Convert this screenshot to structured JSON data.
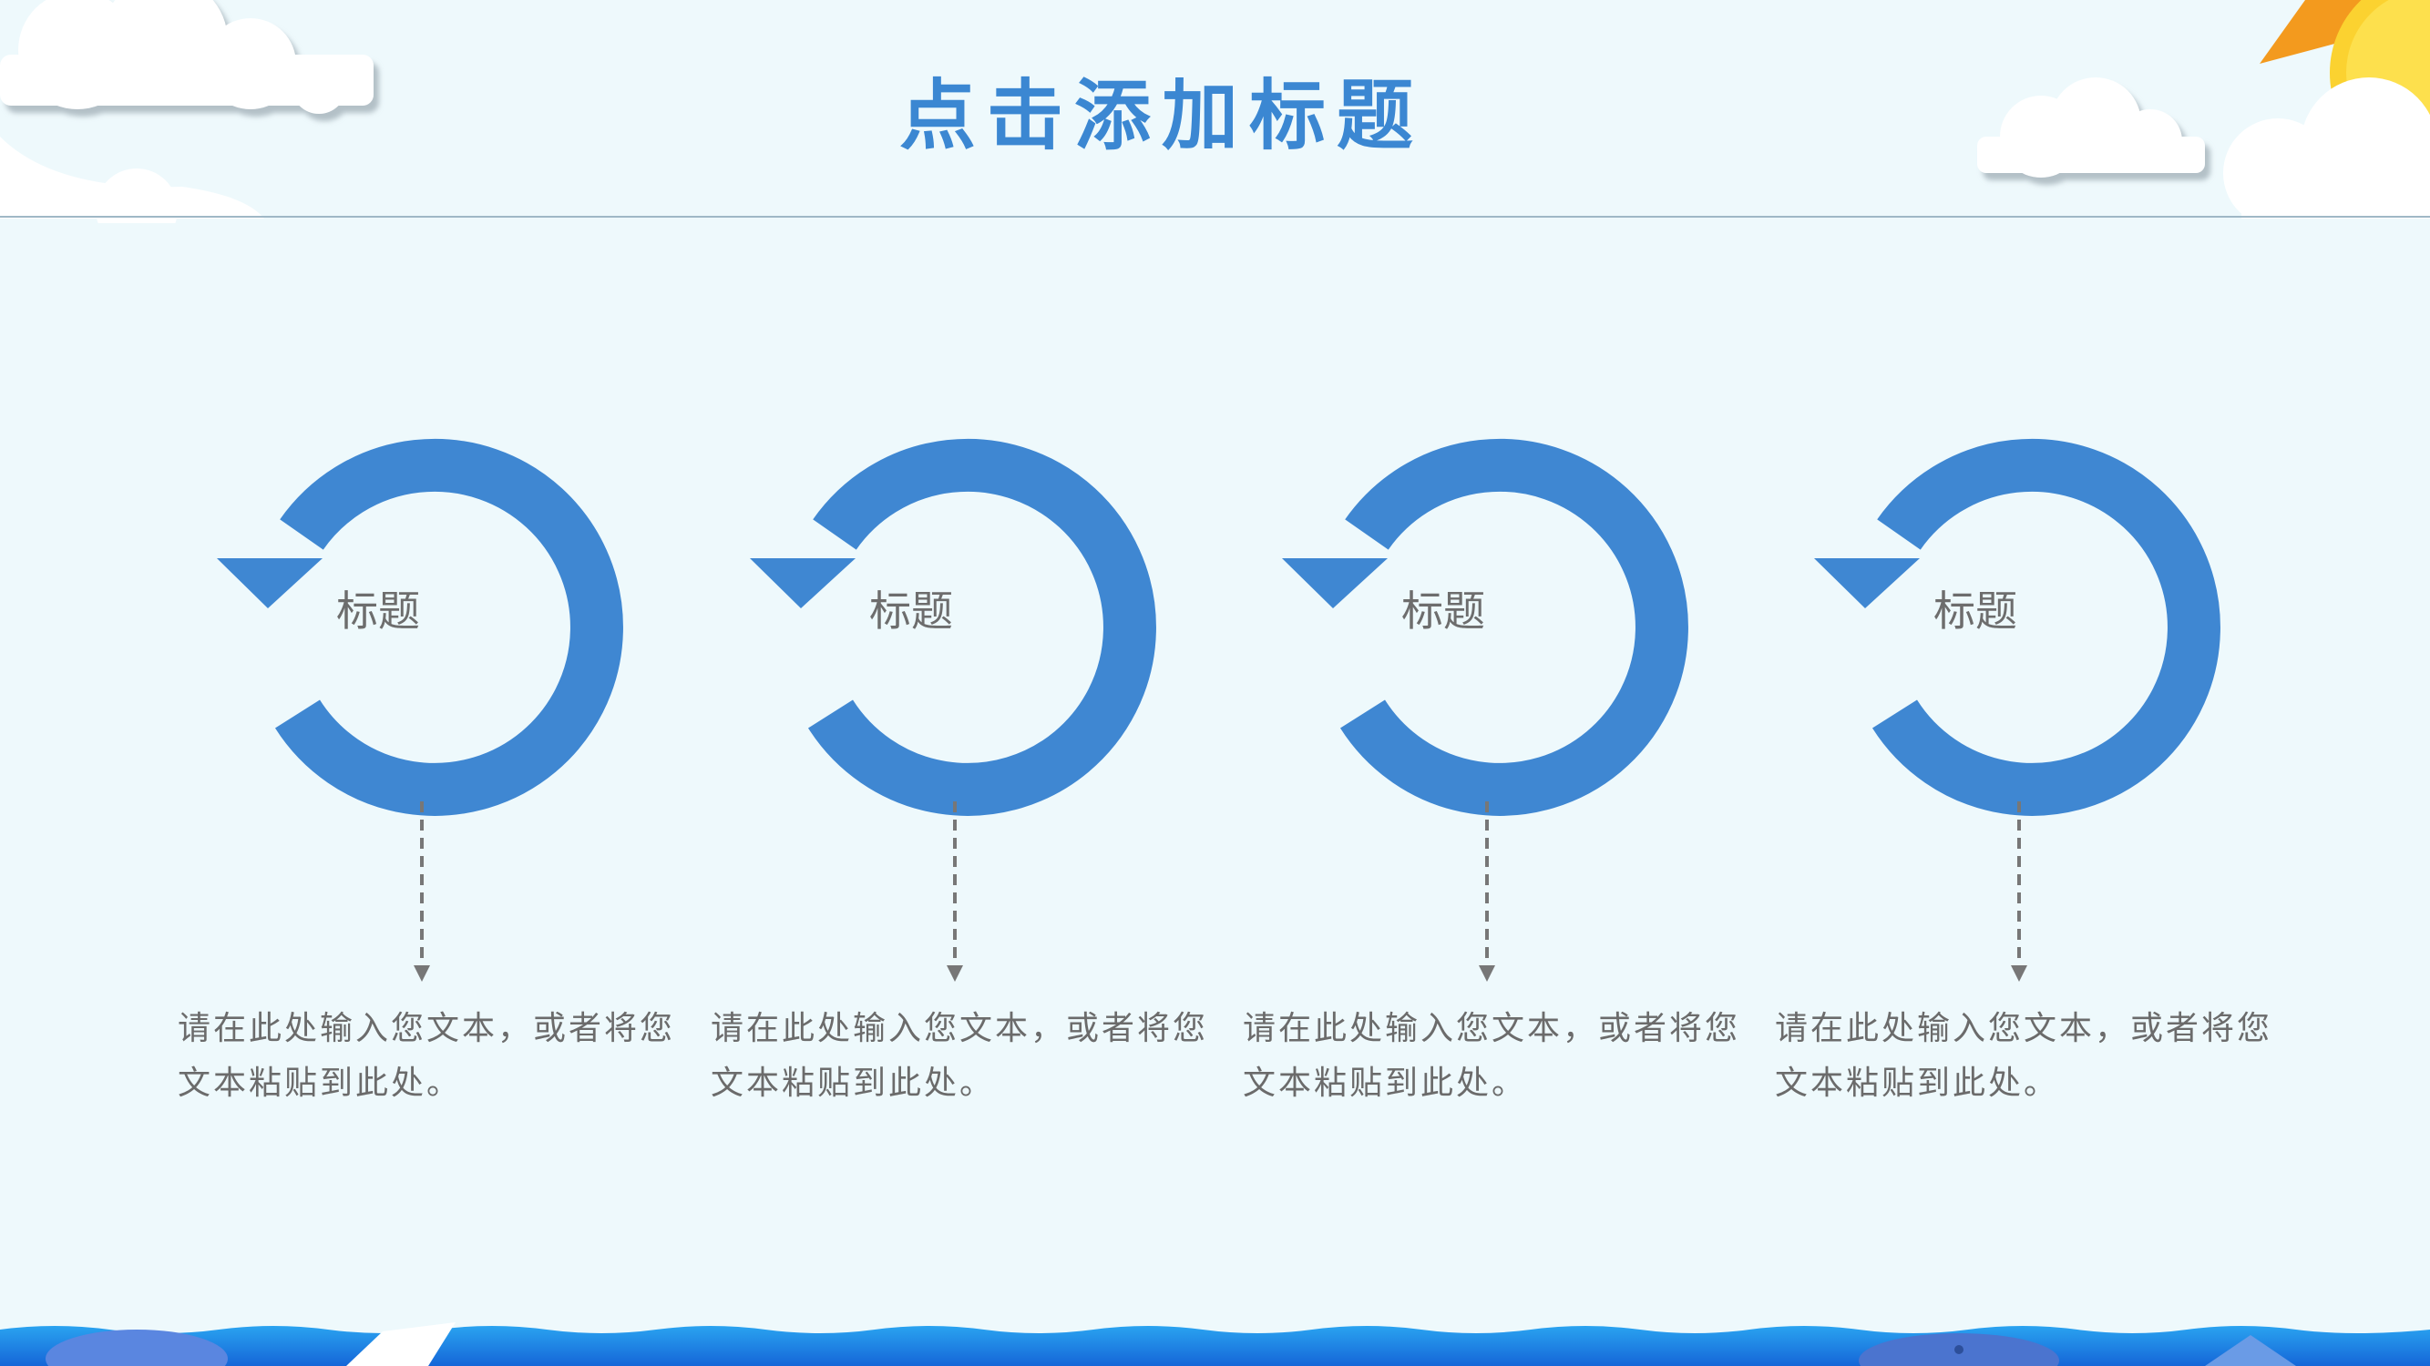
{
  "slide": {
    "title": "点击添加标题",
    "accent_color": "#3f87d2"
  },
  "steps": [
    {
      "title": "标题",
      "text": "请在此处输入您文本，或者将您文本粘贴到此处。"
    },
    {
      "title": "标题",
      "text": "请在此处输入您文本，或者将您文本粘贴到此处。"
    },
    {
      "title": "标题",
      "text": "请在此处输入您文本，或者将您文本粘贴到此处。"
    },
    {
      "title": "标题",
      "text": "请在此处输入您文本，或者将您文本粘贴到此处。"
    }
  ],
  "icons": [
    "cloud-icon",
    "sun-icon",
    "circular-arrow-icon",
    "dashed-arrow-icon",
    "whale-icon",
    "wave-icon"
  ]
}
